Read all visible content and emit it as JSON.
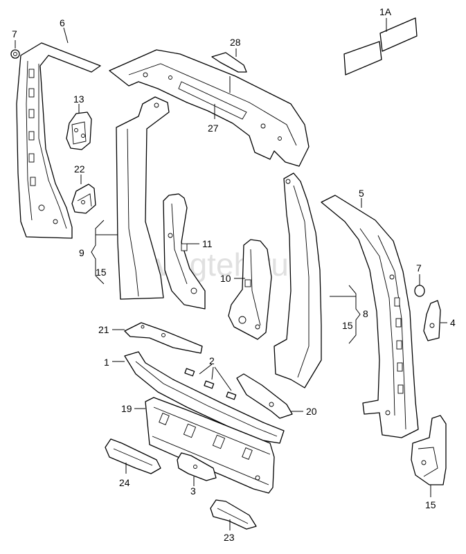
{
  "watermark": "vagteh.ru",
  "labels": {
    "p1A": "1A",
    "p1": "1",
    "p2": "2",
    "p3": "3",
    "p4": "4",
    "p5": "5",
    "p6": "6",
    "p7a": "7",
    "p7b": "7",
    "p8": "8",
    "p9": "9",
    "p10": "10",
    "p11": "11",
    "p13": "13",
    "p15a": "15",
    "p15b": "15",
    "p15c": "15",
    "p19": "19",
    "p20": "20",
    "p21": "21",
    "p22": "22",
    "p23": "23",
    "p24": "24",
    "p27": "27",
    "p28": "28"
  }
}
